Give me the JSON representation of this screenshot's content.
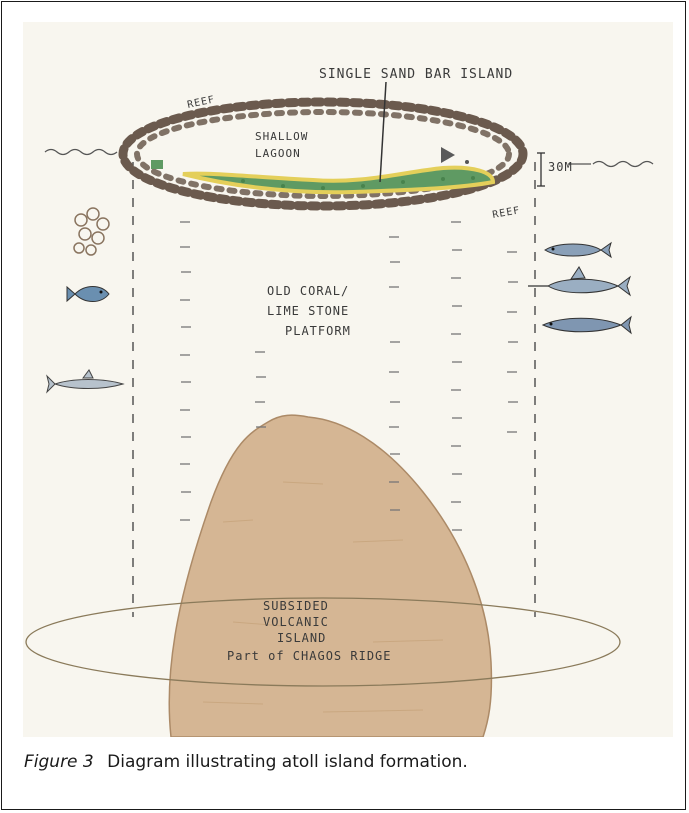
{
  "diagram": {
    "labels": {
      "sand_bar": "SINGLE SAND BAR ISLAND",
      "reef_top": "REEF",
      "reef_bottom": "REEF",
      "lagoon_line1": "SHALLOW",
      "lagoon_line2": "LAGOON",
      "depth": "30M",
      "platform_line1": "OLD CORAL/",
      "platform_line2": "LIME STONE",
      "platform_line3": "PLATFORM",
      "volcano_line1": "SUBSIDED",
      "volcano_line2": "VOLCANIC",
      "volcano_line3": "ISLAND",
      "volcano_line4": "Part of CHAGOS RIDGE"
    },
    "colors": {
      "reef_stones": "#6b5a4e",
      "island_green": "#5f9a63",
      "island_sand": "#f1e48a",
      "volcano": "#d4b390",
      "fish_blue": "#6a8fb0"
    }
  },
  "caption": {
    "figure_label": "Figure 3",
    "text": "Diagram illustrating atoll island formation."
  }
}
